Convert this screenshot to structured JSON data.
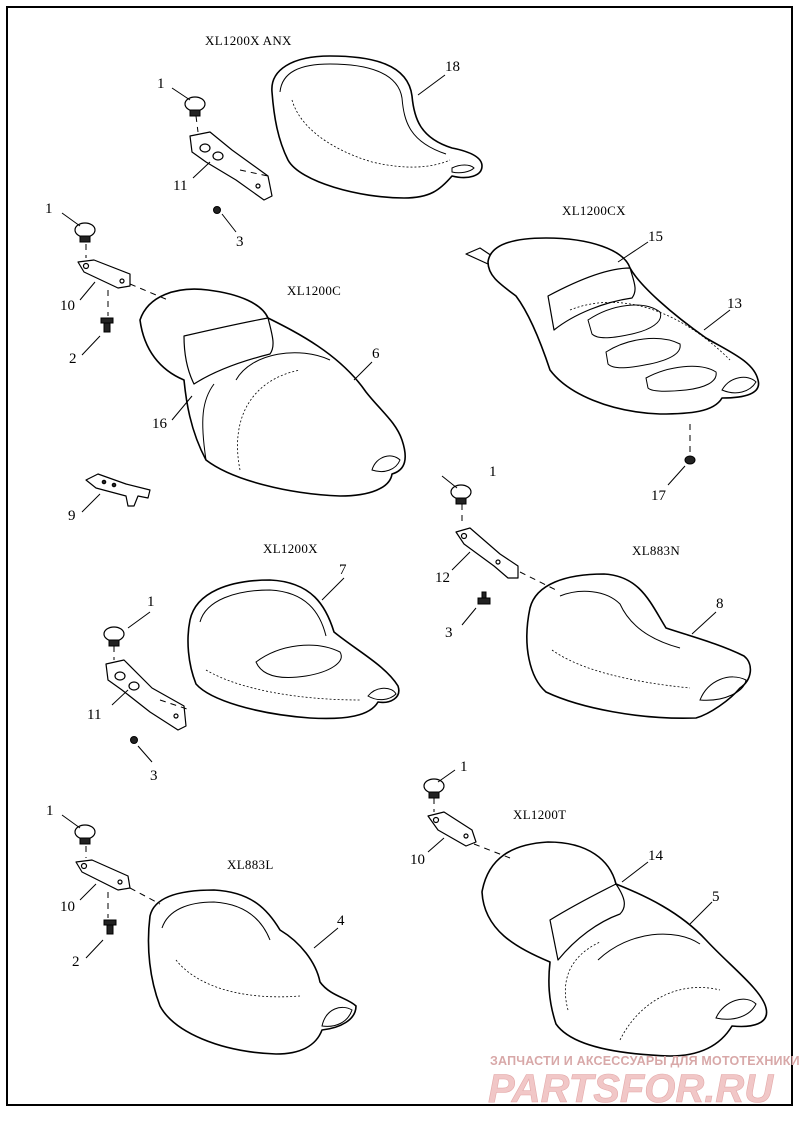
{
  "models": {
    "xl1200x_anx": "XL1200X ANX",
    "xl1200cx": "XL1200CX",
    "xl1200c": "XL1200C",
    "xl1200x": "XL1200X",
    "xl883n": "XL883N",
    "xl1200t": "XL1200T",
    "xl883l": "XL883L"
  },
  "callouts": {
    "c18": "18",
    "c1a": "1",
    "c11a": "11",
    "c3a": "3",
    "c1b": "1",
    "c10a": "10",
    "c2a": "2",
    "c6": "6",
    "c16": "16",
    "c15": "15",
    "c13": "13",
    "c17": "17",
    "c9": "9",
    "c1c": "1",
    "c12": "12",
    "c3b": "3",
    "c8": "8",
    "c7": "7",
    "c1d": "1",
    "c11b": "11",
    "c3c": "3",
    "c1e": "1",
    "c10b": "10",
    "c14": "14",
    "c5": "5",
    "c1f": "1",
    "c10c": "10",
    "c2b": "2",
    "c4": "4"
  },
  "watermark": {
    "caption": "ЗАПЧАСТИ И АКСЕССУАРЫ ДЛЯ МОТОТЕХНИКИ",
    "brand": "PARTSFOR.RU"
  }
}
